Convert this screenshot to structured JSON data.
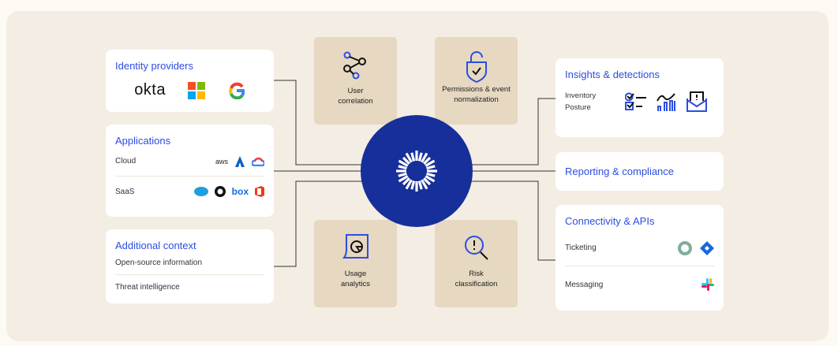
{
  "left": {
    "identity": {
      "title": "Identity providers",
      "logos": [
        "okta",
        "microsoft",
        "google"
      ],
      "okta_text": "okta"
    },
    "applications": {
      "title": "Applications",
      "rows": [
        {
          "label": "Cloud",
          "logos": [
            "aws",
            "azure",
            "google-cloud"
          ]
        },
        {
          "label": "SaaS",
          "logos": [
            "salesforce",
            "github",
            "box",
            "office"
          ]
        }
      ],
      "aws_text": "aws",
      "box_text": "box"
    },
    "context": {
      "title": "Additional context",
      "rows": [
        "Open-source information",
        "Threat intelligence"
      ]
    }
  },
  "center": {
    "user_correlation": "User correlation",
    "permissions": "Permissions & event normalization",
    "usage": "Usage analytics",
    "risk": "Risk classification"
  },
  "right": {
    "insights": {
      "title": "Insights & detections",
      "items": [
        "Inventory",
        "Posture"
      ]
    },
    "reporting": {
      "title": "Reporting & compliance"
    },
    "connectivity": {
      "title": "Connectivity & APIs",
      "rows": [
        {
          "label": "Ticketing",
          "logos": [
            "servicenow",
            "jira"
          ]
        },
        {
          "label": "Messaging",
          "logos": [
            "slack"
          ]
        }
      ]
    }
  },
  "colors": {
    "accent": "#2d4de0",
    "hub": "#172f9a",
    "tan": "#e6d8c1",
    "bg": "#f4ede3"
  }
}
